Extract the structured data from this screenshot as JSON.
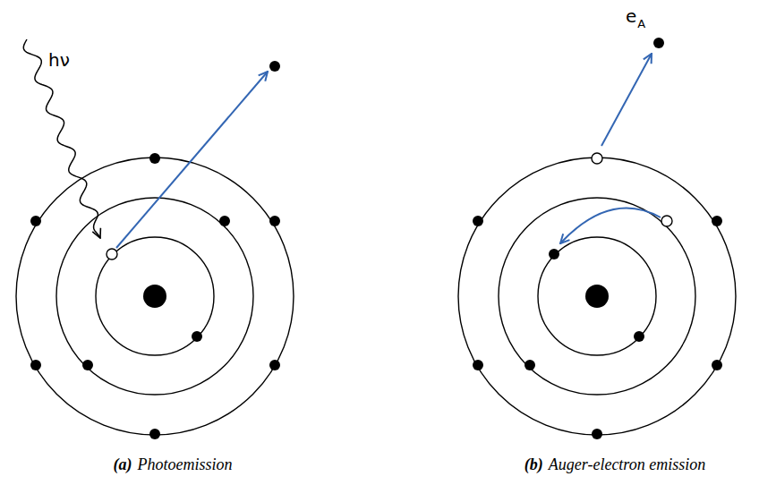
{
  "diagram": {
    "labels": [
      "hν",
      "e",
      "A",
      "(a)",
      "Photoemission",
      "(b)",
      "Auger-electron emission"
    ]
  }
}
